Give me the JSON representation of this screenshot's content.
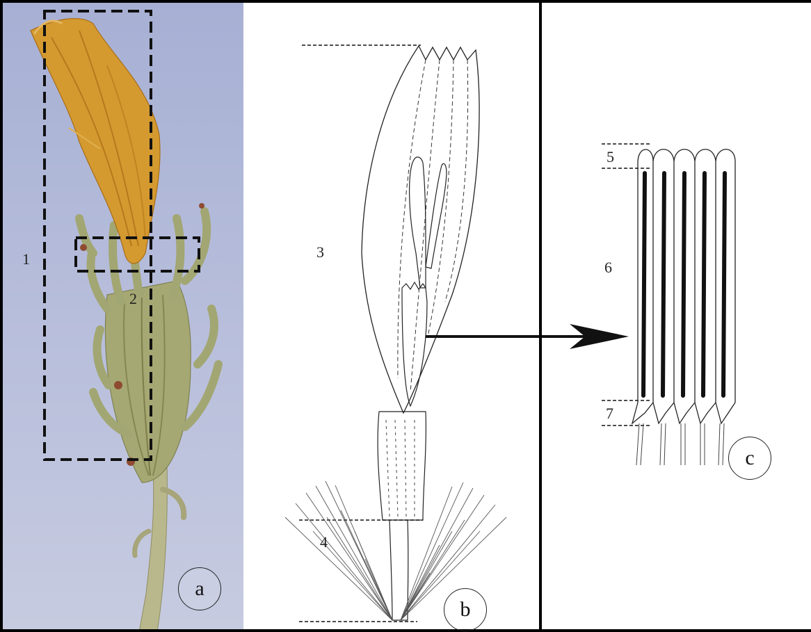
{
  "panels": {
    "a": {
      "letter": "a",
      "labels": {
        "label1": "1",
        "label2": "2"
      }
    },
    "b": {
      "letter": "b",
      "labels": {
        "label3": "3",
        "label4": "4"
      }
    },
    "c": {
      "letter": "c",
      "labels": {
        "label5": "5",
        "label6": "6",
        "label7": "7"
      }
    }
  },
  "colors": {
    "background_a": "#b0b8d8",
    "petal": "#d39a2e",
    "bract": "#a9ab78",
    "stem": "#b5b48a",
    "ink": "#111111"
  }
}
